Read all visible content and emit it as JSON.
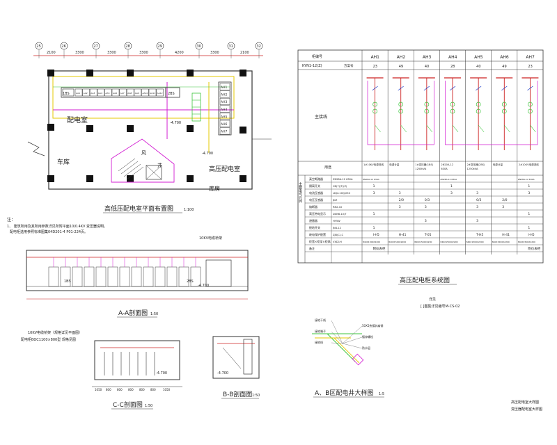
{
  "plan": {
    "dims_top": [
      "2100",
      "3300",
      "3300",
      "3300",
      "4200",
      "3300",
      "2100"
    ],
    "axis_top": [
      "25",
      "26",
      "27",
      "28",
      "29",
      "30",
      "31",
      "32"
    ],
    "room_main": "配电室",
    "room_high": "高压配电室",
    "room_garage": "车库",
    "room_store": "库房",
    "room_wind": "风",
    "room_well": "井",
    "elev_a": "-4.700",
    "elev_b": "-4.700",
    "label_1bs": "1BS",
    "label_2bs": "2BS",
    "panel_labels": [
      "AH1",
      "AH2",
      "AH3",
      "AH4",
      "AH5",
      "AH6",
      "AH7"
    ],
    "low_panels": [
      "AA1",
      "AA2",
      "AA3",
      "AA4",
      "AA5",
      "AA6",
      "AA7",
      "AA8",
      "AA9",
      "AA10",
      "AA11",
      "AA12"
    ],
    "title": "高低压配电室平面布置图",
    "scale": "1:100"
  },
  "notes": {
    "heading": "注：",
    "line1": "1、 建筑所用及其所用参数详见所附平面10/0.4KV 变压器说明。",
    "line2": "配电柜选用参照标准图集04D201-4 P01-224页。"
  },
  "section_a": {
    "title": "A-A剖面图",
    "scale": "1:50",
    "cable_label": "10KV电缆桥架",
    "labels": [
      "1BS",
      "2BS"
    ],
    "elev": "-4.700"
  },
  "section_c": {
    "title": "C-C剖面图",
    "scale": "1:50",
    "note1": "10KV电缆桥架（规格详见平面图）",
    "note2": "配电柜BOC1100×800型 规格见图",
    "elev": "-4.700",
    "dims": [
      "1050",
      "800",
      "800",
      "800",
      "800",
      "800",
      "1050"
    ]
  },
  "section_b": {
    "title": "B-B剖面图",
    "scale": "1:50",
    "elev": "-4.700"
  },
  "detail": {
    "title": "A、B区配电井大样图",
    "scale": "1:5",
    "ref_label": "详见",
    "ref": "[ ]图集详见编号M-CS-02",
    "items": [
      "接地干线",
      "50X5热镀锌扁钢",
      "接地端子",
      "镀锌螺栓",
      "接地线",
      "防水层"
    ]
  },
  "table": {
    "hdr_no": "柜编号",
    "hdr_model": "KYN1-12(Z)",
    "hdr_scheme": "方案号",
    "cabinets": [
      "AH1",
      "AH2",
      "AH3",
      "AH4",
      "AH5",
      "AH6",
      "AH7"
    ],
    "schemes": [
      "23",
      "49",
      "40",
      "28",
      "40",
      "49",
      "23"
    ],
    "row_main": "主接线",
    "row_use": "用途",
    "uses": [
      "1#10KV电源进线",
      "电源计量",
      "1#变压器(1BS) 1250kVA",
      "2N20A-12 630A",
      "2#变压器(2BS) 1250kVA",
      "电源计量",
      "2#10KV电源进线"
    ],
    "side_label": "主要电气元件",
    "rows": [
      {
        "name": "真空断路器",
        "model": "ZN28A-12 630A",
        "vals": [
          "ZN28A-12 630A",
          "",
          "",
          "ZN28A-12 630A",
          "",
          "",
          "ZN28A-12 630A"
        ]
      },
      {
        "name": "隔离开关",
        "model": "CB(7)(T)(Z)",
        "vals": [
          "1",
          "",
          "",
          "1",
          "",
          "",
          "1"
        ]
      },
      {
        "name": "电流互感器",
        "model": "LDJ4-10Q/230",
        "vals": [
          "3",
          "3",
          "",
          "3",
          "3",
          "",
          "3"
        ]
      },
      {
        "name": "电压互感器",
        "model": "JDZ",
        "vals": [
          "",
          "2/0",
          "0/3",
          "",
          "0/3",
          "2/0",
          ""
        ]
      },
      {
        "name": "熔断器",
        "model": "RN2-10",
        "vals": [
          "",
          "3",
          "3",
          "",
          "3",
          "3",
          ""
        ]
      },
      {
        "name": "高压带电显示",
        "model": "DXN6-10/T",
        "vals": [
          "1",
          "",
          "",
          "",
          "",
          "",
          "1"
        ]
      },
      {
        "name": "避雷器",
        "model": "HY5W",
        "vals": [
          "",
          "",
          "3",
          "",
          "3",
          "",
          ""
        ]
      },
      {
        "name": "接地开关",
        "model": "JN4-12",
        "vals": [
          "1",
          "",
          "",
          "",
          "",
          "",
          "1"
        ]
      },
      {
        "name": "继电保护配置",
        "model": "ZJB(C)-C",
        "vals": [
          "I-H5",
          "H-41",
          "T-05",
          "",
          "T-H5",
          "H-41",
          "I-H5"
        ]
      },
      {
        "name": "柜宽×柜深×柜高",
        "model": "VXD1H",
        "vals": [
          "840X1500X2200",
          "840X1500X2200",
          "840X1500X2200",
          "840X1500X2200",
          "840X1500X2200",
          "840X1500X2200",
          "840X1500X2200"
        ]
      },
      {
        "name": "备注",
        "model": "",
        "vals": [
          "附仪表柜",
          "",
          "",
          "",
          "",
          "",
          "附仪表柜"
        ]
      }
    ],
    "title": "高压配电柜系统图"
  },
  "titleblock": {
    "line1": "高压配电室大样图",
    "line2": "变压器配电室大样图"
  }
}
